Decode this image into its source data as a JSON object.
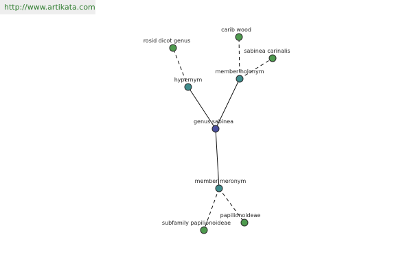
{
  "watermark": {
    "text": "http://www.artikata.com"
  },
  "graph": {
    "nodes": [
      {
        "id": "genus-sabinea",
        "label": "genus sabinea",
        "kind": "center"
      },
      {
        "id": "hypernym",
        "label": "hypernym",
        "kind": "relation"
      },
      {
        "id": "member-holonym",
        "label": "member holonym",
        "kind": "relation"
      },
      {
        "id": "member-meronym",
        "label": "member meronym",
        "kind": "relation"
      },
      {
        "id": "rosid-dicot-genus",
        "label": "rosid dicot genus",
        "kind": "term"
      },
      {
        "id": "carib-wood",
        "label": "carib wood",
        "kind": "term"
      },
      {
        "id": "sabinea-carinalis",
        "label": "sabinea carinalis",
        "kind": "term"
      },
      {
        "id": "subfamily-papilionoideae",
        "label": "subfamily papilionoideae",
        "kind": "term"
      },
      {
        "id": "papilionoideae",
        "label": "papilionoideae",
        "kind": "term"
      }
    ],
    "edges": [
      {
        "from": "genus-sabinea",
        "to": "hypernym",
        "style": "solid"
      },
      {
        "from": "genus-sabinea",
        "to": "member-holonym",
        "style": "solid"
      },
      {
        "from": "genus-sabinea",
        "to": "member-meronym",
        "style": "solid"
      },
      {
        "from": "hypernym",
        "to": "rosid-dicot-genus",
        "style": "dashed"
      },
      {
        "from": "member-holonym",
        "to": "carib-wood",
        "style": "dashed"
      },
      {
        "from": "member-holonym",
        "to": "sabinea-carinalis",
        "style": "dashed"
      },
      {
        "from": "member-meronym",
        "to": "subfamily-papilionoideae",
        "style": "dashed"
      },
      {
        "from": "member-meronym",
        "to": "papilionoideae",
        "style": "dashed"
      }
    ],
    "colors": {
      "center": "#4a4f9e",
      "relation": "#3f8c8c",
      "term": "#4e9a4e",
      "stroke": "#2a2a2a",
      "edge": "#111111"
    }
  }
}
